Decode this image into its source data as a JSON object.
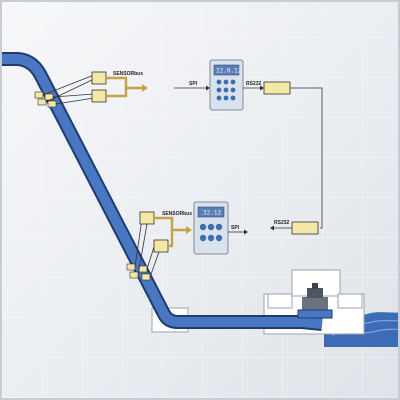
{
  "labels": {
    "sensorbus_top": "SENSORbus",
    "sensorbus_mid": "SENSORbus",
    "spi_top": "SPI",
    "spi_mid": "SPI",
    "rs232_top": "RS232",
    "rs232_mid": "RS232"
  },
  "displays": {
    "top_unit": "22.0.12",
    "mid_unit": "32.12"
  },
  "colors": {
    "pipe_outer": "#1d3c73",
    "pipe_fill": "#4a77c2",
    "sensor_box": "#f3e8a6",
    "cable": "#c8a24a",
    "controller": "#d9e1ec",
    "knob": "#3d6fb0"
  }
}
